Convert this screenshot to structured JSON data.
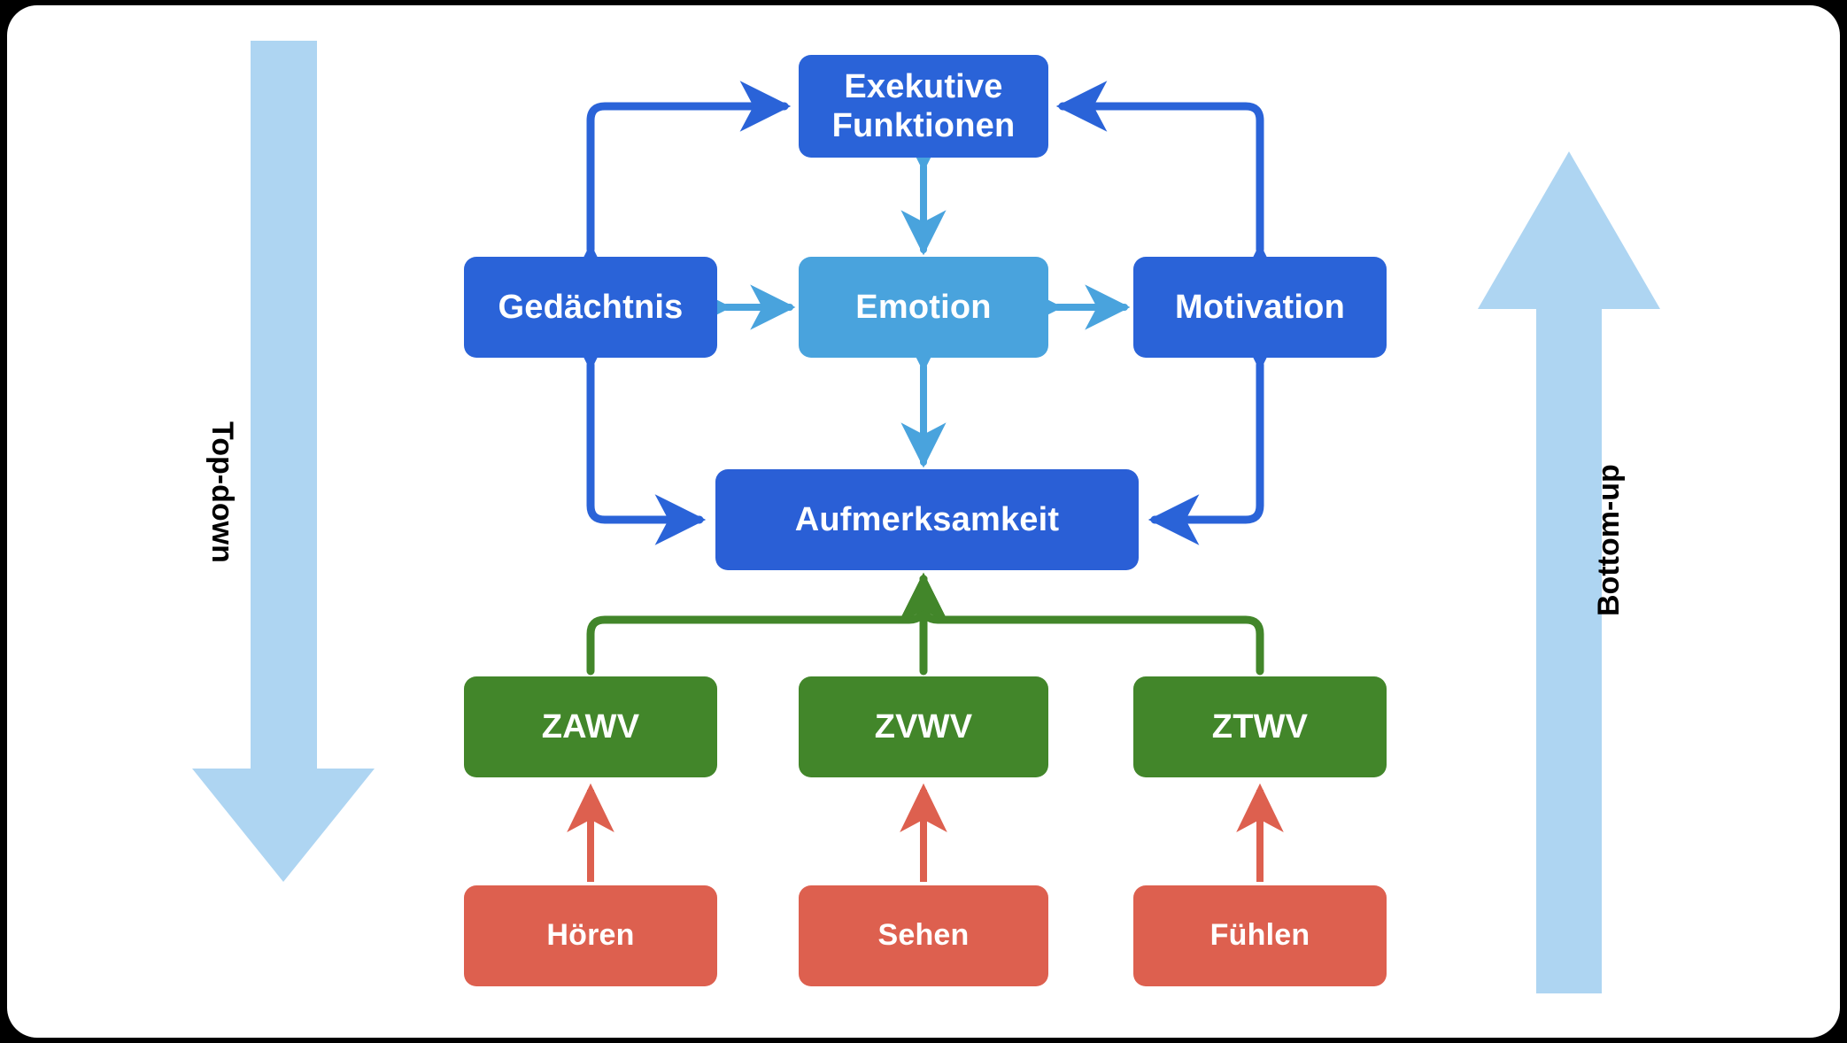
{
  "diagram": {
    "title_alt": "Top-down and Bottom-up processing model",
    "colors": {
      "blue_dark": "#2a63d8",
      "blue_light": "#49a3dd",
      "green": "#42862a",
      "red": "#dd604f",
      "pale_blue": "#aed5f2",
      "background": "#ffffff",
      "frame": "#000000"
    },
    "side_arrows": [
      {
        "name": "top-down",
        "label": "Top-down",
        "direction": "down"
      },
      {
        "name": "bottom-up",
        "label": "Bottom-up",
        "direction": "up"
      }
    ],
    "nodes": [
      {
        "id": "exec",
        "label": "Exekutive\nFunktionen",
        "line1": "Exekutive",
        "line2": "Funktionen",
        "color": "#2a63d8",
        "level": "executive"
      },
      {
        "id": "memory",
        "label": "Gedächtnis",
        "color": "#2a63d8",
        "level": "cognitive"
      },
      {
        "id": "emotion",
        "label": "Emotion",
        "color": "#49a3dd",
        "level": "cognitive"
      },
      {
        "id": "motivation",
        "label": "Motivation",
        "color": "#2a63d8",
        "level": "cognitive"
      },
      {
        "id": "attention",
        "label": "Aufmerksamkeit",
        "color": "#2a5fd6",
        "level": "attention"
      },
      {
        "id": "zawv",
        "label": "ZAWV",
        "color": "#42862a",
        "level": "processing"
      },
      {
        "id": "zvwv",
        "label": "ZVWV",
        "color": "#42862a",
        "level": "processing"
      },
      {
        "id": "ztwv",
        "label": "ZTWV",
        "color": "#42862a",
        "level": "processing"
      },
      {
        "id": "hoeren",
        "label": "Hören",
        "color": "#dd604f",
        "level": "sensory"
      },
      {
        "id": "sehen",
        "label": "Sehen",
        "color": "#dd604f",
        "level": "sensory"
      },
      {
        "id": "fuehlen",
        "label": "Fühlen",
        "color": "#dd604f",
        "level": "sensory"
      }
    ],
    "edges": [
      {
        "from": "memory",
        "to": "exec",
        "style": "elbow",
        "arrows": "both",
        "color": "#2a63d8"
      },
      {
        "from": "motivation",
        "to": "exec",
        "style": "elbow",
        "arrows": "both",
        "color": "#2a63d8"
      },
      {
        "from": "exec",
        "to": "emotion",
        "style": "straight",
        "arrows": "both",
        "color": "#49a3dd"
      },
      {
        "from": "memory",
        "to": "emotion",
        "style": "straight",
        "arrows": "both",
        "color": "#49a3dd"
      },
      {
        "from": "emotion",
        "to": "motivation",
        "style": "straight",
        "arrows": "both",
        "color": "#49a3dd"
      },
      {
        "from": "emotion",
        "to": "attention",
        "style": "straight",
        "arrows": "both",
        "color": "#49a3dd"
      },
      {
        "from": "memory",
        "to": "attention",
        "style": "elbow",
        "arrows": "both",
        "color": "#2a63d8"
      },
      {
        "from": "motivation",
        "to": "attention",
        "style": "elbow",
        "arrows": "both",
        "color": "#2a63d8"
      },
      {
        "from": "zawv",
        "to": "attention",
        "style": "merge",
        "arrows": "forward",
        "color": "#42862a"
      },
      {
        "from": "zvwv",
        "to": "attention",
        "style": "merge",
        "arrows": "forward",
        "color": "#42862a"
      },
      {
        "from": "ztwv",
        "to": "attention",
        "style": "merge",
        "arrows": "forward",
        "color": "#42862a"
      },
      {
        "from": "hoeren",
        "to": "zawv",
        "style": "straight",
        "arrows": "forward",
        "color": "#dd604f"
      },
      {
        "from": "sehen",
        "to": "zvwv",
        "style": "straight",
        "arrows": "forward",
        "color": "#dd604f"
      },
      {
        "from": "fuehlen",
        "to": "ztwv",
        "style": "straight",
        "arrows": "forward",
        "color": "#dd604f"
      }
    ]
  }
}
